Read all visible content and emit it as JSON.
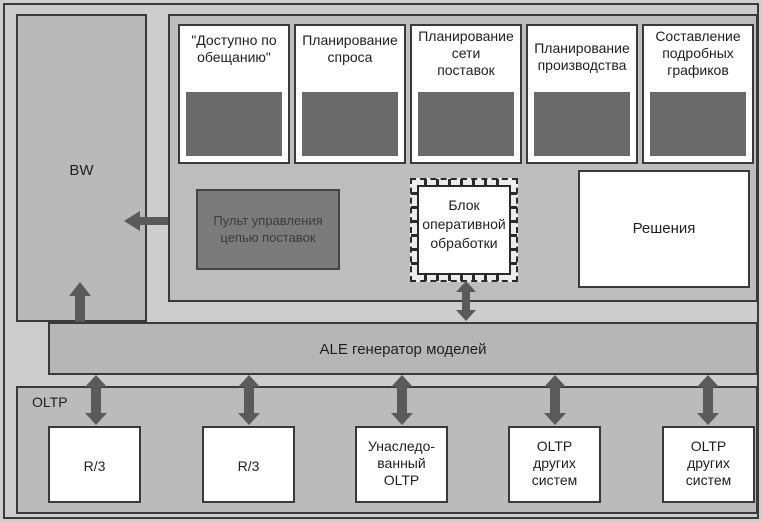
{
  "bw": {
    "label": "BW"
  },
  "modules": [
    {
      "lines": [
        "\"Доступно по",
        "обещанию\""
      ]
    },
    {
      "lines": [
        "Планирование",
        "спроса"
      ]
    },
    {
      "lines": [
        "Планирование",
        "сети",
        "поставок"
      ]
    },
    {
      "lines": [
        "Планирование",
        "производства"
      ]
    },
    {
      "lines": [
        "Составление",
        "подробных",
        "графиков"
      ]
    }
  ],
  "console": {
    "lines": [
      "Пульт управления",
      "цепью поставок"
    ]
  },
  "chip": {
    "lines": [
      "Блок",
      "оперативной",
      "обработки"
    ]
  },
  "solutions": {
    "label": "Решения"
  },
  "ale": {
    "label": "ALE генератор моделей"
  },
  "oltp": {
    "label": "OLTP",
    "systems": [
      {
        "lines": [
          "R/3"
        ]
      },
      {
        "lines": [
          "R/3"
        ]
      },
      {
        "lines": [
          "Унаследо-",
          "ванный",
          "OLTP"
        ]
      },
      {
        "lines": [
          "OLTP",
          "других",
          "систем"
        ]
      },
      {
        "lines": [
          "OLTP",
          "других",
          "систем"
        ]
      }
    ]
  },
  "colors": {
    "arrow": "#5a5a5a",
    "module_fill": "#6a6a6a",
    "console_fill": "#7b7b7b"
  }
}
